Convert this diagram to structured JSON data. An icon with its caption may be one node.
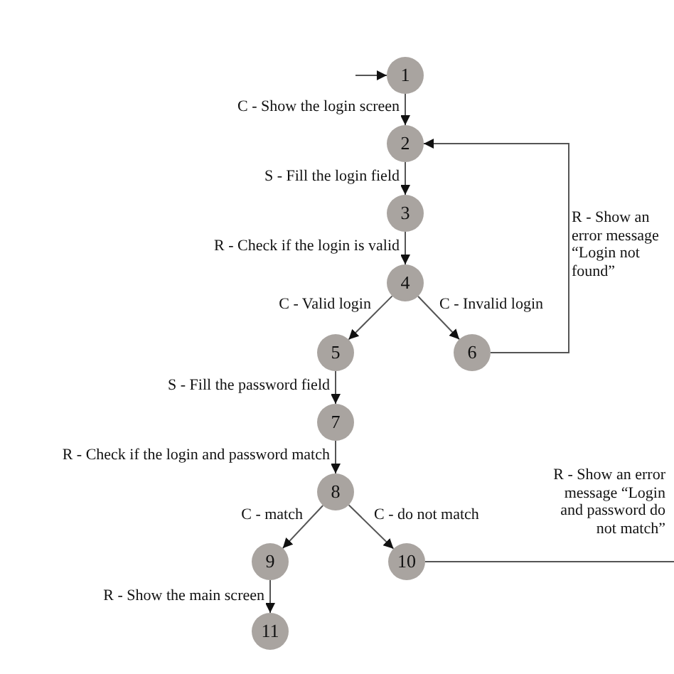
{
  "diagram": {
    "nodes": [
      {
        "text": [
          "1"
        ]
      },
      {
        "text": [
          "2"
        ]
      },
      {
        "text": [
          "3"
        ]
      },
      {
        "text": [
          "4"
        ]
      },
      {
        "text": [
          "5"
        ]
      },
      {
        "text": [
          "6"
        ]
      },
      {
        "text": [
          "7"
        ]
      },
      {
        "text": [
          "8"
        ]
      },
      {
        "text": [
          "9"
        ]
      },
      {
        "text": [
          "10"
        ]
      },
      {
        "text": [
          "11"
        ]
      }
    ],
    "edges": [
      {
        "from": null,
        "to": 0,
        "arrow": "to"
      },
      {
        "from": 0,
        "to": 1,
        "arrow": "to",
        "label": "C - Show the login screen"
      },
      {
        "from": 1,
        "to": 2,
        "arrow": "to",
        "label": "S - Fill the login field"
      },
      {
        "from": 2,
        "to": 3,
        "arrow": "to",
        "label": "R - Check if the login is valid"
      },
      {
        "from": 3,
        "to": 4,
        "arrow": "to",
        "label": "C - Valid login"
      },
      {
        "from": 3,
        "to": 5,
        "arrow": "to",
        "label": "C - Invalid login"
      },
      {
        "from": 5,
        "to": 1,
        "arrow": "to",
        "label": "R - Show an error message “Login not found”"
      },
      {
        "from": 4,
        "to": 6,
        "arrow": "to",
        "label": "S - Fill the password field"
      },
      {
        "from": 6,
        "to": 7,
        "arrow": "to",
        "label": "R - Check if the login and password match"
      },
      {
        "from": 7,
        "to": 8,
        "arrow": "to",
        "label": "C - match"
      },
      {
        "from": 7,
        "to": 9,
        "arrow": "to",
        "label": "C - do not match"
      },
      {
        "from": 9,
        "to": null,
        "arrow": "none",
        "label": "R - Show an error message “Login and password do not match”"
      },
      {
        "from": 8,
        "to": 10,
        "arrow": "to",
        "label": "R - Show the main screen"
      }
    ]
  }
}
